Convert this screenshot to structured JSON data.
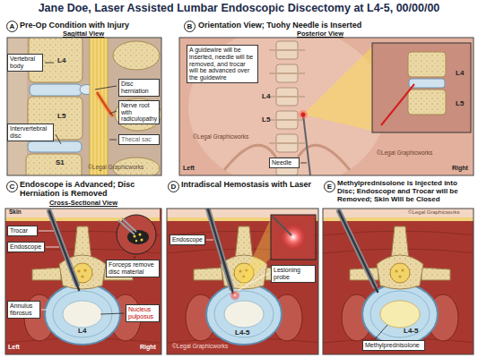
{
  "diagram": {
    "title": "Jane Doe, Laser Assisted Lumbar Endoscopic Discectomy at L4-5, 00/00/00",
    "nodes": [
      {
        "text": [
          "Pre-Op Condition with Injury",
          "Sagittal View"
        ]
      },
      {
        "text": [
          "A"
        ],
        "in": 0
      },
      {
        "text": [
          "Vertebral body"
        ],
        "in": 0
      },
      {
        "text": [
          "Disc herniation"
        ],
        "in": 0
      },
      {
        "text": [
          "Nerve root with radiculopathy"
        ],
        "in": 0
      },
      {
        "text": [
          "Thecal sac"
        ],
        "in": 0
      },
      {
        "text": [
          "Intervertebral disc"
        ],
        "in": 0
      },
      {
        "text": [
          "Orientation View; Tuohy Needle is Inserted",
          "Posterior View"
        ]
      },
      {
        "text": [
          "B"
        ],
        "in": 7
      },
      {
        "text": [
          "A guidewire will be inserted, needle will be removed, and trocar will be advanced over the guidewire"
        ],
        "in": 7
      },
      {
        "text": [
          "Needle"
        ],
        "in": 7
      },
      {
        "text": [
          "Endoscope is Advanced; Disc Herniation is Removed",
          "Cross-Sectional View"
        ]
      },
      {
        "text": [
          "C"
        ],
        "in": 11
      },
      {
        "text": [
          "Trocar"
        ],
        "in": 11
      },
      {
        "text": [
          "Endoscope"
        ],
        "in": 11
      },
      {
        "text": [
          "Forceps remove disc material"
        ],
        "in": 11
      },
      {
        "text": [
          "Annulus fibrosus"
        ],
        "in": 11
      },
      {
        "text": [
          "Nucleus pulposus"
        ],
        "in": 11
      },
      {
        "text": [
          "Intradiscal Hemostasis with Laser"
        ]
      },
      {
        "text": [
          "D"
        ],
        "in": 18
      },
      {
        "text": [
          "Endoscope"
        ],
        "in": 18
      },
      {
        "text": [
          "Lesioning probe"
        ],
        "in": 18
      },
      {
        "text": [
          "Methylprednisolone is Injected into Disc; Endoscope and Trocar will be Removed; Skin Will be Closed"
        ]
      },
      {
        "text": [
          "E"
        ],
        "in": 22
      },
      {
        "text": [
          "Methylprednisolone"
        ],
        "in": 22
      }
    ],
    "labels": [
      "L4",
      "L5",
      "S1",
      "L4",
      "L5",
      "L4",
      "L5",
      "Left",
      "Right",
      "Skin",
      "L4",
      "Left",
      "Right",
      "L4-5",
      "L4-5",
      "©Legal Graphicworks",
      "©Legal Graphicworks",
      "©Legal Graphicworks",
      "©Legal Graphicworks",
      "©Legal Graphicworks"
    ]
  }
}
